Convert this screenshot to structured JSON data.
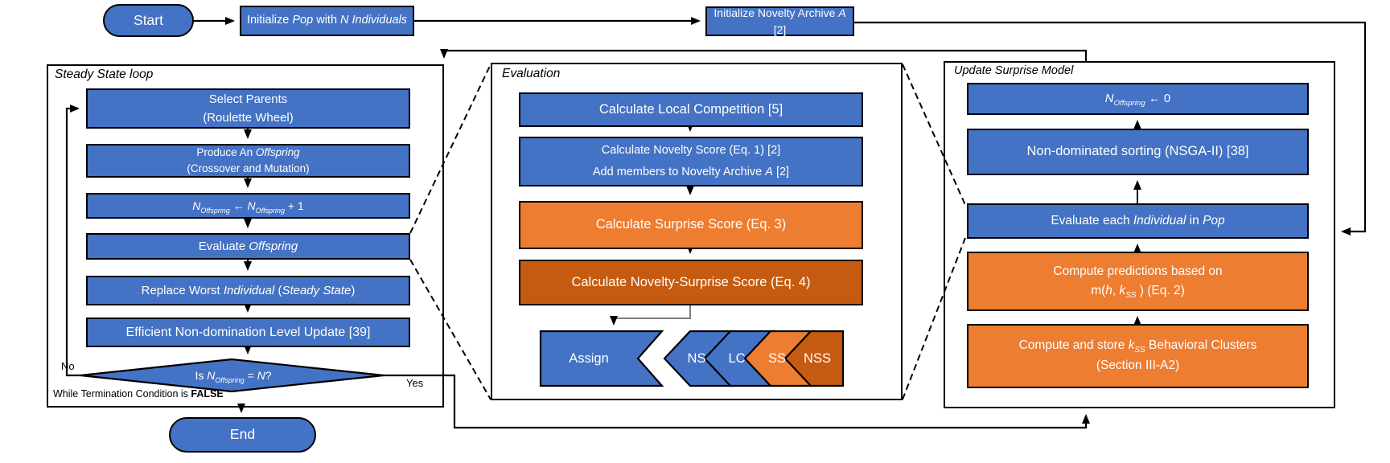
{
  "colors": {
    "node_blue": "#4472C4",
    "node_orange": "#ED7D31",
    "node_dark_orange": "#C55A11",
    "wire_black": "#000000",
    "wire_gray": "#7f7f7f"
  },
  "terminals": {
    "start_label": "Start",
    "end_label": "End"
  },
  "init": {
    "pop_runs": [
      {
        "t": "Initialize "
      },
      {
        "t": "Pop",
        "i": 1
      },
      {
        "t": " with "
      },
      {
        "t": "N Individuals",
        "i": 1
      }
    ],
    "archive_runs": [
      {
        "t": "Initialize Novelty Archive "
      },
      {
        "t": "A",
        "i": 1
      },
      {
        "t": " [2]"
      }
    ]
  },
  "steady_state": {
    "title": "Steady State loop",
    "select_parents_l1": "Select Parents",
    "select_parents_l2": "(Roulette Wheel)",
    "produce_l1": [
      {
        "t": "Produce An "
      },
      {
        "t": "Offspring",
        "i": 1
      }
    ],
    "produce_l2": "(Crossover and Mutation)",
    "increment_runs": [
      {
        "t": "N",
        "i": 1
      },
      {
        "t": "Offspring",
        "i": 1,
        "sub": 1
      },
      {
        "t": " ← "
      },
      {
        "t": "N",
        "i": 1
      },
      {
        "t": "Offspring",
        "i": 1,
        "sub": 1
      },
      {
        "t": " + 1"
      }
    ],
    "evaluate_runs": [
      {
        "t": "Evaluate "
      },
      {
        "t": "Offspring",
        "i": 1
      }
    ],
    "replace_runs": [
      {
        "t": "Replace Worst "
      },
      {
        "t": "Individual",
        "i": 1
      },
      {
        "t": " ("
      },
      {
        "t": "Steady State",
        "i": 1
      },
      {
        "t": ")"
      }
    ],
    "level_update": "Efficient Non-domination Level Update [39]",
    "decision_runs": [
      {
        "t": "Is "
      },
      {
        "t": "N",
        "i": 1
      },
      {
        "t": "Offspring",
        "i": 1,
        "sub": 1
      },
      {
        "t": " = "
      },
      {
        "t": "N",
        "i": 1
      },
      {
        "t": "?"
      }
    ],
    "no_label": "No",
    "yes_label": "Yes",
    "while_runs": [
      {
        "t": "While Termination Condition is "
      },
      {
        "t": "FALSE",
        "b": 1
      }
    ]
  },
  "evaluation": {
    "title": "Evaluation",
    "local_competition": "Calculate Local Competition [5]",
    "novelty_l1": "Calculate Novelty Score (Eq. 1) [2]",
    "novelty_l2_runs": [
      {
        "t": "Add members to Novelty Archive "
      },
      {
        "t": "A",
        "i": 1
      },
      {
        "t": " [2]"
      }
    ],
    "surprise": "Calculate Surprise Score (Eq. 3)",
    "novelty_surprise": "Calculate Novelty-Surprise Score (Eq. 4)",
    "assign_label": "Assign",
    "tags": [
      {
        "label": "NS",
        "color": "blue"
      },
      {
        "label": "LC",
        "color": "blue"
      },
      {
        "label": "SS",
        "color": "orange"
      },
      {
        "label": "NSS",
        "color": "dark_orange"
      }
    ]
  },
  "update_model": {
    "title": "Update Surprise Model",
    "reset_runs": [
      {
        "t": "N",
        "i": 1
      },
      {
        "t": "Offspring",
        "i": 1,
        "sub": 1
      },
      {
        "t": " ← 0"
      }
    ],
    "sorting": "Non-dominated sorting (NSGA-II) [38]",
    "evaluate_each_runs": [
      {
        "t": "Evaluate each "
      },
      {
        "t": "Individual",
        "i": 1
      },
      {
        "t": " in "
      },
      {
        "t": "Pop",
        "i": 1
      }
    ],
    "predictions_l1": "Compute predictions based on",
    "predictions_l2_runs": [
      {
        "t": "m("
      },
      {
        "t": "h",
        "i": 1
      },
      {
        "t": ", "
      },
      {
        "t": "k",
        "i": 1
      },
      {
        "t": "SS",
        "i": 1,
        "sub": 1
      },
      {
        "t": " ) (Eq. 2)"
      }
    ],
    "clusters_l1_runs": [
      {
        "t": "Compute and store "
      },
      {
        "t": "k",
        "i": 1
      },
      {
        "t": "SS",
        "i": 1,
        "sub": 1
      },
      {
        "t": " Behavioral Clusters"
      }
    ],
    "clusters_l2": "(Section III-A2)"
  }
}
